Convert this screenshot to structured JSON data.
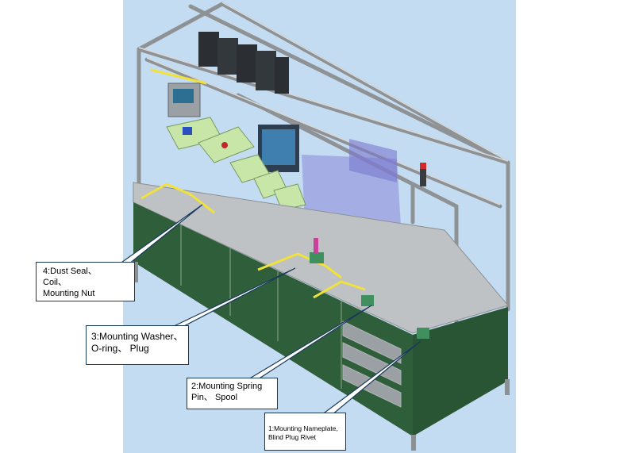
{
  "colors": {
    "background": "#c4dcf2",
    "cabinet": "#2f5e3a",
    "frame": "#a9acae",
    "tabletop": "#bfc2c4",
    "yellow_bracket": "#f0e23a",
    "tray": "#c8e6a8",
    "enclosure": "#8b88d8",
    "callout_border": "#1a3a5c"
  },
  "icons": [
    "control-panel-icon",
    "indicator-light-icon",
    "vision-camera-icon"
  ],
  "callouts": [
    {
      "id": "step-4",
      "lines": [
        "4:Dust Seal、",
        "Coil、",
        "Mounting Nut"
      ]
    },
    {
      "id": "step-3",
      "lines": [
        "3:Mounting Washer、",
        "O-ring、 Plug"
      ]
    },
    {
      "id": "step-2",
      "lines": [
        "2:Mounting Spring",
        "Pin、 Spool"
      ]
    },
    {
      "id": "step-1",
      "lines": [
        "1:Mounting Nameplate,",
        "Blind Plug Rivet"
      ]
    }
  ]
}
